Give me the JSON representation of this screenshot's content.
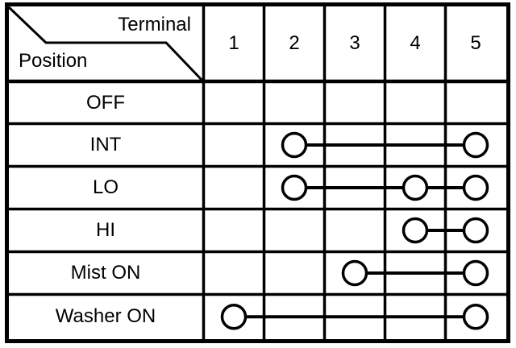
{
  "table": {
    "corner": {
      "terminal_label": "Terminal",
      "position_label": "Position"
    },
    "terminal_headers": [
      "1",
      "2",
      "3",
      "4",
      "5"
    ],
    "rows": [
      {
        "label": "OFF",
        "connected_terminals": []
      },
      {
        "label": "INT",
        "connected_terminals": [
          2,
          5
        ]
      },
      {
        "label": "LO",
        "connected_terminals": [
          2,
          4,
          5
        ]
      },
      {
        "label": "HI",
        "connected_terminals": [
          4,
          5
        ]
      },
      {
        "label": "Mist ON",
        "connected_terminals": [
          3,
          5
        ]
      },
      {
        "label": "Washer ON",
        "connected_terminals": [
          1,
          5
        ]
      }
    ]
  },
  "style": {
    "ink": "#000000",
    "paper": "#ffffff"
  }
}
